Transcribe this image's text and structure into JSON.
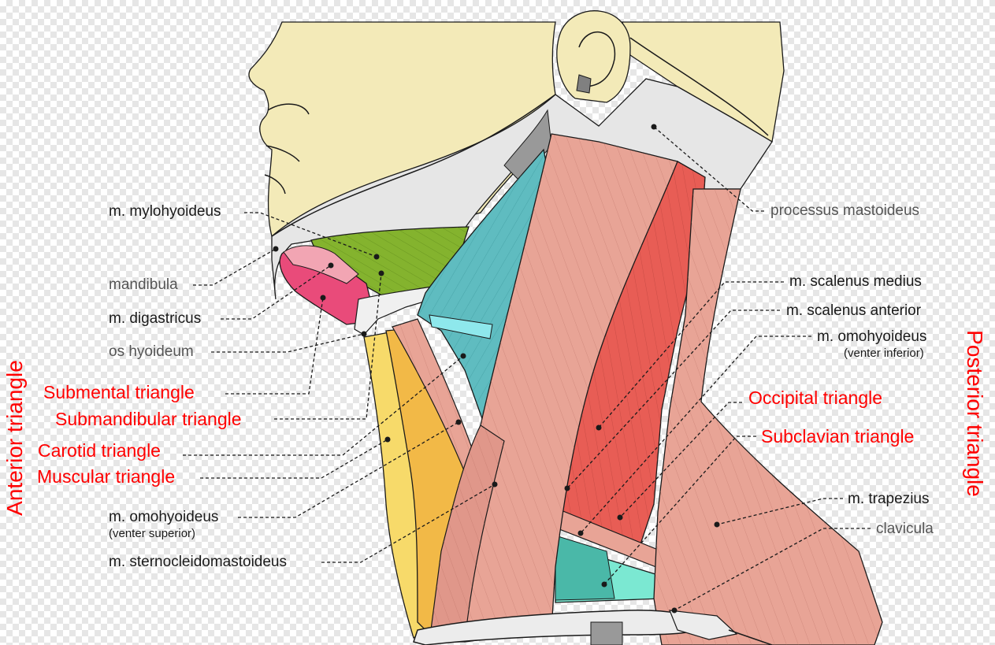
{
  "colors": {
    "skin": "#f3eab8",
    "bone": "#e6e6e6",
    "muscle": "#e8a496",
    "muscle_dark": "#d98a7c",
    "scalene": "#e85d55",
    "mylohyoid": "#84b32e",
    "digastric": "#e94b7a",
    "carotid": "#5fbcc0",
    "muscular": "#f2b947",
    "muscular_light": "#f7da6a",
    "subclavian": "#7be8d2",
    "label_red": "#ff0000",
    "label_gray": "#555555",
    "leader": "#1a1a1a"
  },
  "labels": {
    "mylohyoideus": "m. mylohyoideus",
    "mandibula": "mandibula",
    "digastricus": "m. digastricus",
    "os_hyoideum": "os hyoideum",
    "submental": "Submental triangle",
    "submandibular": "Submandibular triangle",
    "carotid": "Carotid triangle",
    "muscular": "Muscular triangle",
    "omohyoideus_sup": "m. omohyoideus",
    "omohyoideus_sup_note": "(venter superior)",
    "sternocleidomastoideus": "m. sternocleidomastoideus",
    "processus_mastoideus": "processus mastoideus",
    "scalenus_medius": "m. scalenus medius",
    "scalenus_anterior": "m. scalenus anterior",
    "omohyoideus_inf": "m. omohyoideus",
    "omohyoideus_inf_note": "(venter inferior)",
    "occipital": "Occipital triangle",
    "subclavian": "Subclavian triangle",
    "trapezius": "m. trapezius",
    "clavicula": "clavicula",
    "anterior_triangle": "Anterior triangle",
    "posterior_triangle": "Posterior triangle"
  }
}
